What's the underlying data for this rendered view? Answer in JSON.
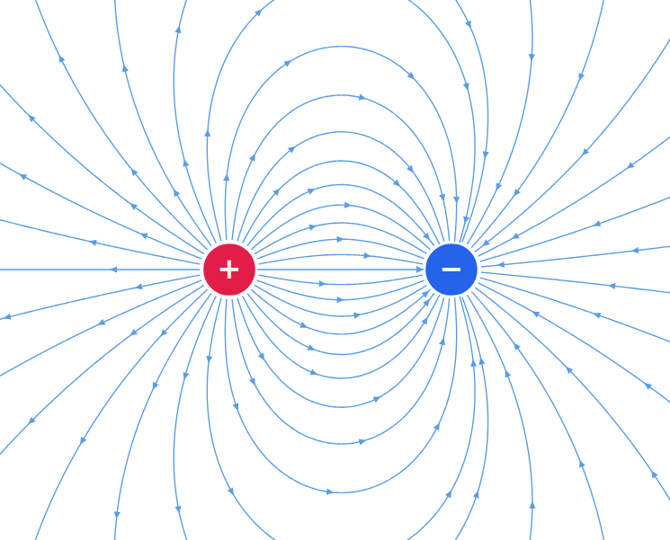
{
  "diagram": {
    "nodes": [
      {
        "text": [
          "+"
        ]
      },
      {
        "text": [
          "−"
        ]
      }
    ],
    "edges": [
      {
        "from": 0,
        "to": 1,
        "arrow": "to"
      }
    ]
  }
}
